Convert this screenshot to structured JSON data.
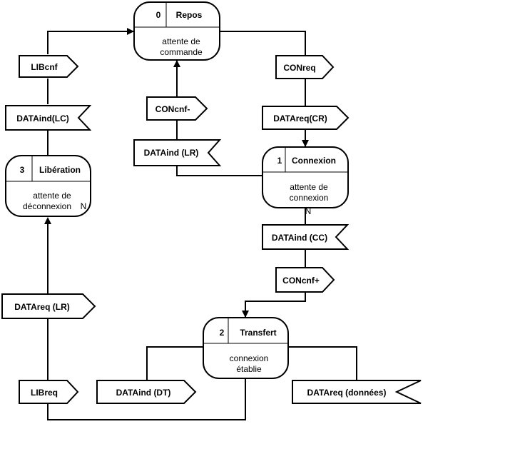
{
  "states": {
    "repos": {
      "number": "0",
      "name": "Repos",
      "line1": "attente de",
      "line2": "commande"
    },
    "connexion": {
      "number": "1",
      "name": "Connexion",
      "line1": "attente de",
      "line2": "connexion",
      "mark": "N"
    },
    "transfert": {
      "number": "2",
      "name": "Transfert",
      "line1": "connexion",
      "line2": "établie"
    },
    "liberation": {
      "number": "3",
      "name": "Libération",
      "line1": "attente de",
      "line2": "déconnexion",
      "mark": "N"
    }
  },
  "signals": {
    "libcnf": "LIBcnf",
    "dataind_lc": "DATAind(LC)",
    "conreq": "CONreq",
    "datareq_cr": "DATAreq(CR)",
    "concnf_minus": "CONcnf-",
    "dataind_lr_top": "DATAind (LR)",
    "dataind_cc": "DATAind (CC)",
    "concnf_plus": "CONcnf+",
    "datareq_lr": "DATAreq (LR)",
    "libreq": "LIBreq",
    "dataind_dt": "DATAind (DT)",
    "datareq_donnees": "DATAreq (données)"
  }
}
